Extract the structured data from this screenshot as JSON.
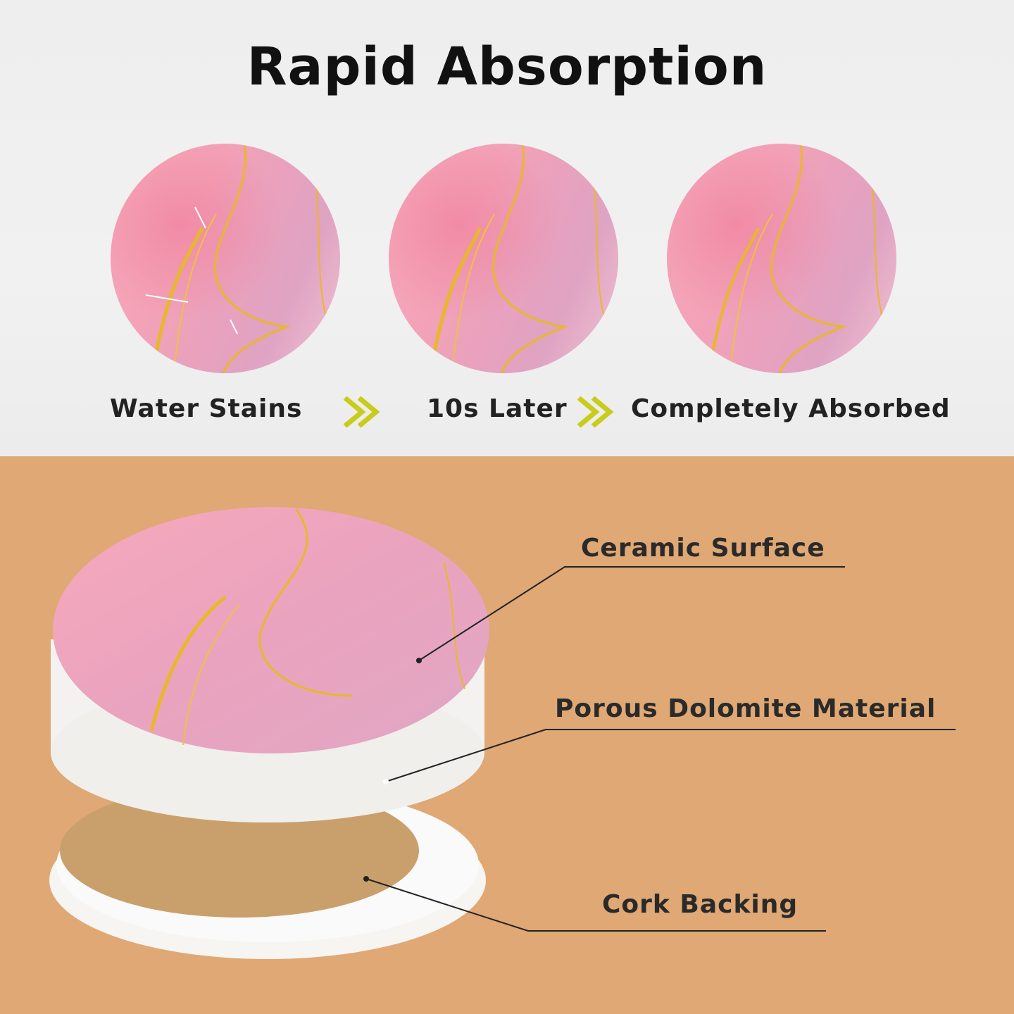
{
  "title": "Rapid Absorption",
  "steps": [
    {
      "label": "Water Stains"
    },
    {
      "label": "10s Later"
    },
    {
      "label": "Completely Absorbed"
    }
  ],
  "arrow_icon": "double-chevron-right-icon",
  "layers": [
    {
      "label": "Ceramic Surface"
    },
    {
      "label": "Porous Dolomite Material"
    },
    {
      "label": "Cork Backing"
    }
  ],
  "colors": {
    "accent_arrow": "#c8cc1a",
    "bottom_background": "#dfa874",
    "coaster_pink": "#f3a2b7",
    "gold_vein": "#e8b82a",
    "cork": "#c9a06c"
  }
}
